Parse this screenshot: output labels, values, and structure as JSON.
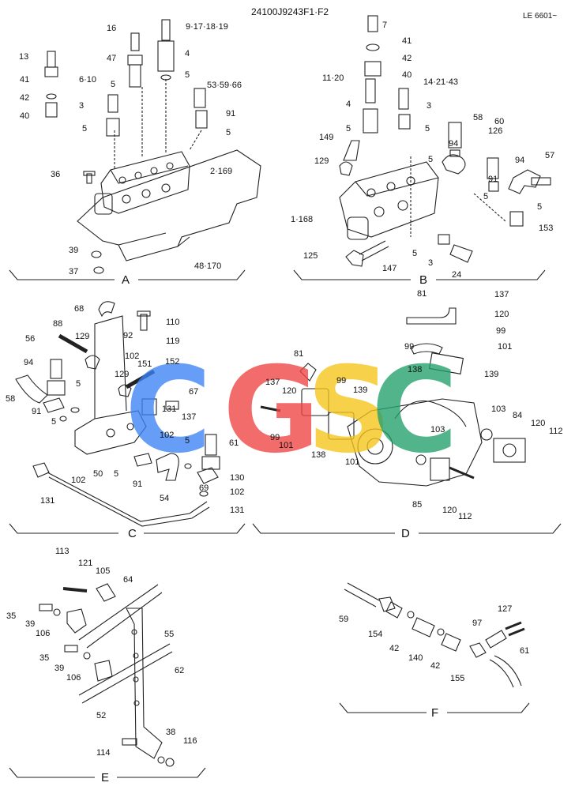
{
  "header": {
    "code": "24100J9243F1·F2",
    "model": "LE 6601~"
  },
  "watermark": {
    "letters": [
      "C",
      "G",
      "S",
      "C"
    ],
    "colors": [
      "#3b82f6",
      "#ef4444",
      "#f5c518",
      "#22a06b"
    ]
  },
  "sections": {
    "A": {
      "title": "A",
      "labels": [
        "13",
        "41",
        "42",
        "40",
        "16",
        "47",
        "5",
        "9·17·18·19",
        "4",
        "5",
        "6·10",
        "3",
        "5",
        "53·59·66",
        "91",
        "5",
        "36",
        "2·169",
        "39",
        "37",
        "48·170"
      ]
    },
    "B": {
      "title": "B",
      "labels": [
        "7",
        "41",
        "42",
        "40",
        "11·20",
        "14·21·43",
        "4",
        "3",
        "5",
        "5",
        "58",
        "149",
        "60",
        "126",
        "94",
        "57",
        "129",
        "5",
        "91",
        "94",
        "5",
        "5",
        "1·168",
        "153",
        "5",
        "3",
        "125",
        "147",
        "24"
      ]
    },
    "C": {
      "title": "C",
      "labels": [
        "68",
        "110",
        "92",
        "119",
        "88",
        "129",
        "102",
        "152",
        "56",
        "94",
        "129",
        "151",
        "5",
        "137",
        "67",
        "58",
        "91",
        "131",
        "5",
        "102",
        "50",
        "5",
        "61",
        "91",
        "54",
        "130",
        "102",
        "131",
        "131",
        "102",
        "69",
        "5"
      ]
    },
    "D": {
      "title": "D",
      "labels": [
        "81",
        "137",
        "120",
        "99",
        "99",
        "101",
        "81",
        "138",
        "139",
        "99",
        "137",
        "120",
        "99",
        "139",
        "101",
        "138",
        "101",
        "103",
        "84",
        "120",
        "112",
        "103",
        "85",
        "120",
        "112"
      ]
    },
    "E": {
      "title": "E",
      "labels": [
        "113",
        "121",
        "105",
        "64",
        "35",
        "39",
        "106",
        "55",
        "35",
        "39",
        "106",
        "62",
        "52",
        "38",
        "114",
        "116"
      ]
    },
    "F": {
      "title": "F",
      "labels": [
        "127",
        "59",
        "97",
        "154",
        "42",
        "140",
        "42",
        "155",
        "61"
      ]
    }
  }
}
